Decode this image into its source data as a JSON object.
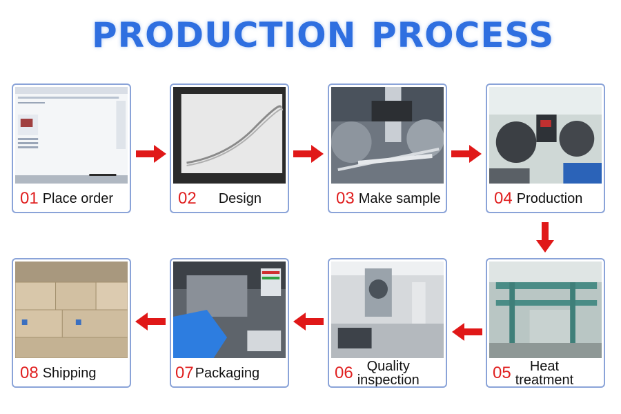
{
  "title": {
    "word1": "PRODUCTION",
    "word2": "PROCESS"
  },
  "colors": {
    "title": "#2f6fe0",
    "number": "#e02020",
    "arrow": "#e01818",
    "card_border": "#8aa3d8"
  },
  "steps": [
    {
      "num": "01",
      "label": "Place order"
    },
    {
      "num": "02",
      "label": "Design"
    },
    {
      "num": "03",
      "label": "Make sample"
    },
    {
      "num": "04",
      "label": "Production"
    },
    {
      "num": "05",
      "label_line1": "Heat",
      "label_line2": "treatment"
    },
    {
      "num": "06",
      "label_line1": "Quality",
      "label_line2": "inspection"
    },
    {
      "num": "07",
      "label": "Packaging"
    },
    {
      "num": "08",
      "label": "Shipping"
    }
  ]
}
